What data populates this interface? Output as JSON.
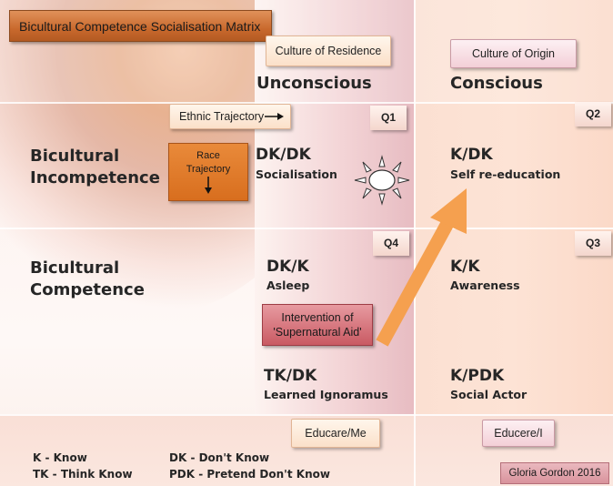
{
  "title": "Bicultural Competence Socialisation Matrix",
  "culture_residence": "Culture of Residence",
  "culture_origin": "Culture of Origin",
  "col_unconscious": "Unconscious",
  "col_conscious": "Conscious",
  "ethnic_trajectory": "Ethnic Trajectory",
  "race_trajectory_line1": "Race",
  "race_trajectory_line2": "Trajectory",
  "row_incompetence_line1": "Bicultural",
  "row_incompetence_line2": "Incompetence",
  "row_competence_line1": "Bicultural",
  "row_competence_line2": "Competence",
  "quadrants": {
    "q1": {
      "tag": "Q1",
      "code": "DK/DK",
      "desc": "Socialisation"
    },
    "q2": {
      "tag": "Q2",
      "code": "K/DK",
      "desc": "Self re-education"
    },
    "q3": {
      "tag": "Q3",
      "code": "K/K",
      "desc": "Awareness"
    },
    "q4": {
      "tag": "Q4",
      "code": "DK/K",
      "desc": "Asleep"
    }
  },
  "tk_dk": {
    "code": "TK/DK",
    "desc": "Learned Ignoramus"
  },
  "k_pdk": {
    "code": "K/PDK",
    "desc": "Social Actor"
  },
  "intervention_line1": "Intervention of",
  "intervention_line2": "'Supernatural Aid'",
  "educare": "Educare/Me",
  "educere": "Educere/I",
  "legend": {
    "k": "K - Know",
    "tk": "TK - Think Know",
    "dk": "DK - Don't Know",
    "pdk": "PDK - Pretend Don't Know"
  },
  "credit": "Gloria Gordon 2016",
  "colors": {
    "arrow": "#f5a04f",
    "race_box": "#d86e1e",
    "title_box": "#c9692d",
    "intervention_box": "#c95a63"
  },
  "icons": {
    "sun": "sun-icon",
    "arrow": "diagonal-arrow-icon"
  }
}
